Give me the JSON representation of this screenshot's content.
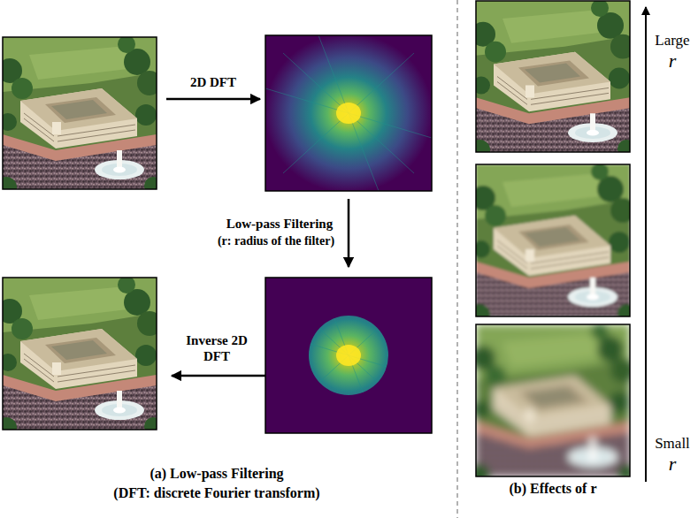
{
  "diagram": {
    "labels": [
      "2D DFT",
      "Low-pass Filtering",
      "(r: radius of the filter)",
      "Inverse 2D DFT",
      "Large",
      "r",
      "Small",
      "r",
      "(a) Low-pass Filtering",
      "(DFT: discrete Fourier transform)",
      "(b) Effects of r"
    ]
  }
}
